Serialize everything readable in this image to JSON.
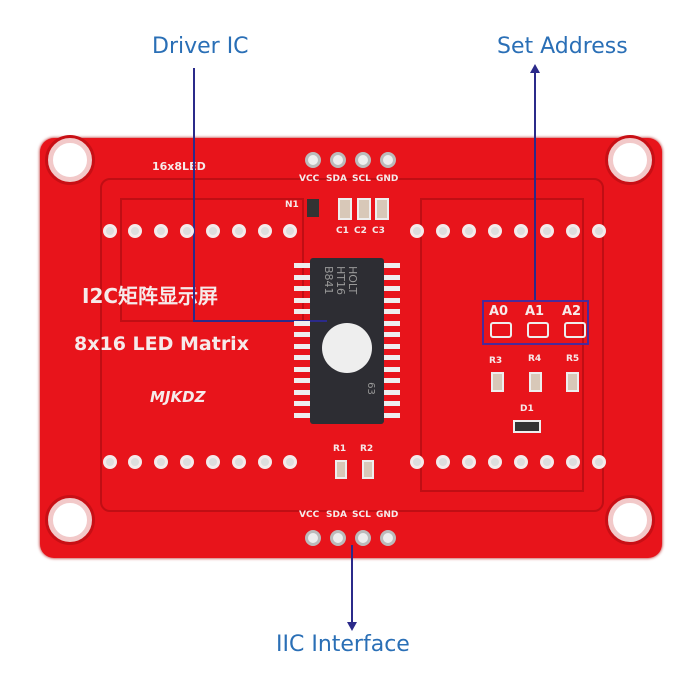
{
  "callouts": {
    "driver_ic": "Driver IC",
    "set_address": "Set Address",
    "iic_interface": "IIC Interface"
  },
  "board": {
    "top_label": "16x8LED",
    "header_top": [
      "VCC",
      "SDA",
      "SCL",
      "GND"
    ],
    "header_bottom": [
      "VCC",
      "SDA",
      "SCL",
      "GND"
    ],
    "n1": "N1",
    "caps": [
      "C1",
      "C2",
      "C3"
    ],
    "title_cn": "I2C矩阵显示屏",
    "title_en": "8x16 LED Matrix",
    "brand": "MJKDZ",
    "address_pads": [
      "A0",
      "A1",
      "A2"
    ],
    "address_resistors": [
      "R3",
      "R4",
      "R5"
    ],
    "d1": "D1",
    "bus_resistors": [
      "R1",
      "R2"
    ],
    "chip_marking": [
      "HOLT",
      "HT16",
      "B841",
      "63"
    ]
  },
  "colors": {
    "board": "#e8141b",
    "callout_text": "#2a6fb6",
    "callout_line": "#2b2a8a"
  }
}
